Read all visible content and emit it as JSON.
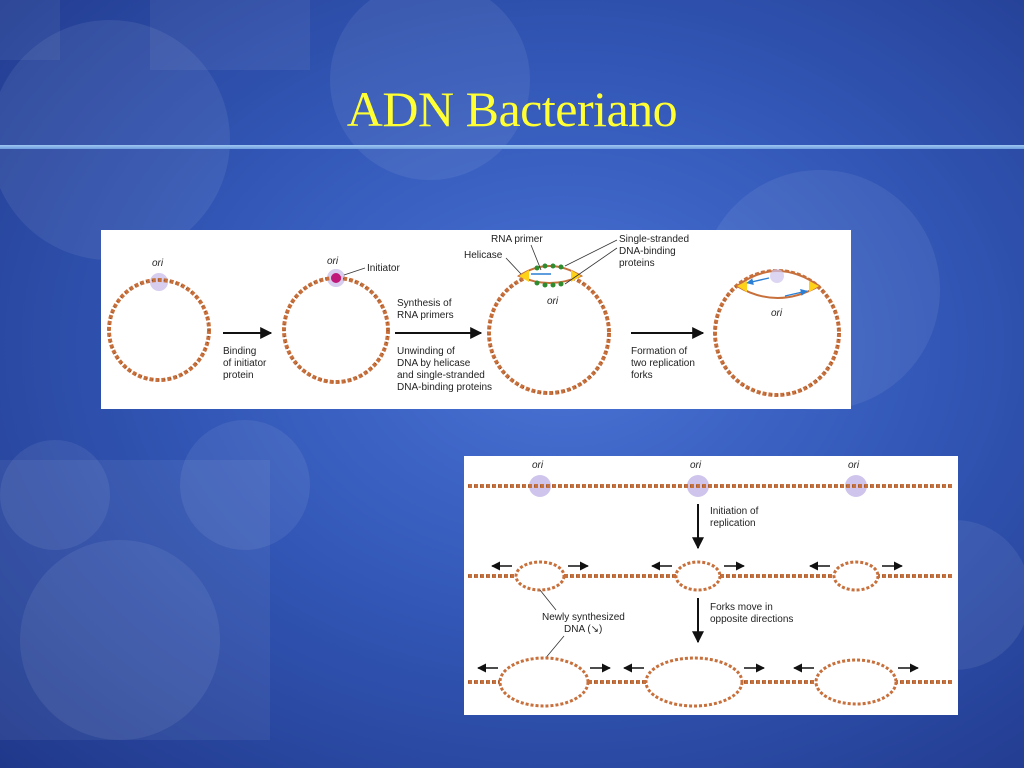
{
  "slide": {
    "title": "ADN Bacteriano"
  },
  "figure_top": {
    "stage1": {
      "ori": "ori"
    },
    "arrow1_label": [
      "Binding",
      "of initiator",
      "protein"
    ],
    "stage2": {
      "ori": "ori",
      "initiator": "Initiator"
    },
    "arrow2_label_top": [
      "Synthesis of",
      "RNA primers"
    ],
    "arrow2_label_bottom": [
      "Unwinding of",
      "DNA by helicase",
      "and single-stranded",
      "DNA-binding proteins"
    ],
    "stage3": {
      "rna_primer": "RNA primer",
      "helicase": "Helicase",
      "ssb": [
        "Single-stranded",
        "DNA-binding",
        "proteins"
      ],
      "ori": "ori"
    },
    "arrow3_label": [
      "Formation of",
      "two replication",
      "forks"
    ],
    "stage4": {
      "ori": "ori"
    }
  },
  "figure_bottom": {
    "ori_labels": [
      "ori",
      "ori",
      "ori"
    ],
    "step1_label": [
      "Initiation of",
      "replication"
    ],
    "step2_label": [
      "Forks move in",
      "opposite directions"
    ],
    "new_dna_label": [
      "Newly synthesized",
      "DNA (↘)"
    ]
  },
  "colors": {
    "title": "#ffff33",
    "dna": "#c8703c",
    "ori_highlight": "#b8a8e0",
    "initiator": "#c0187a",
    "helicase": "#ffd21a",
    "ssb": "#2e8b2e",
    "primer": "#2a7fd4"
  }
}
